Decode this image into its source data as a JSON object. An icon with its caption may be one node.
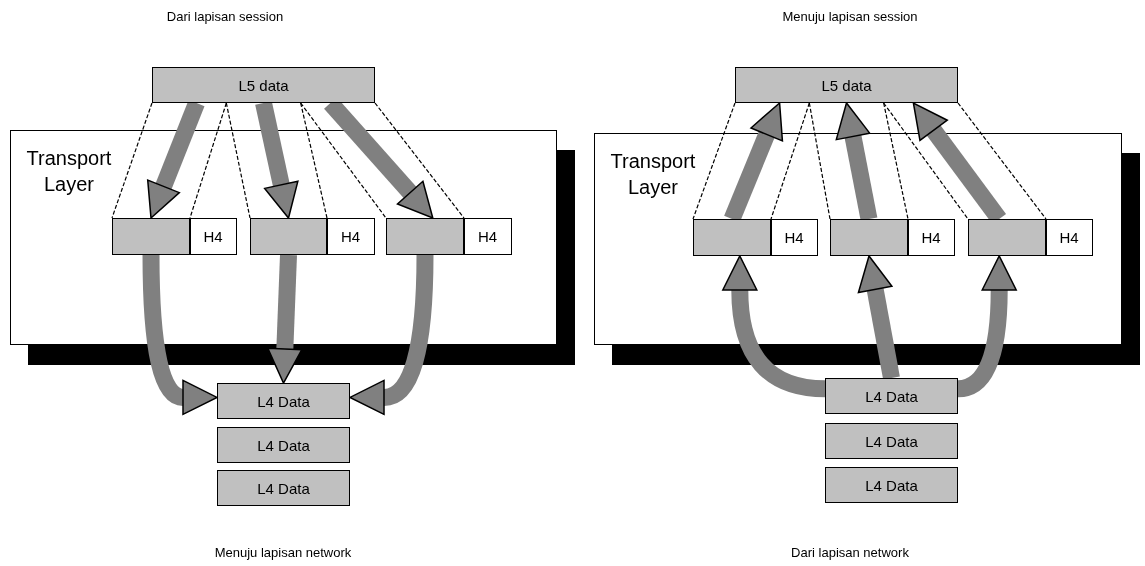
{
  "diagram": {
    "nodes": [
      {
        "text": [
          "L5 data"
        ]
      },
      {
        "text": [
          "Transport Layer"
        ]
      },
      {
        "text": [],
        "shape": "box",
        "in": 1
      },
      {
        "text": [
          "H4"
        ],
        "in": 1
      },
      {
        "text": [],
        "shape": "box",
        "in": 1
      },
      {
        "text": [
          "H4"
        ],
        "in": 1
      },
      {
        "text": [],
        "shape": "box",
        "in": 1
      },
      {
        "text": [
          "H4"
        ],
        "in": 1
      },
      {
        "text": [
          "L4 Data"
        ]
      },
      {
        "text": [
          "L4 Data"
        ]
      },
      {
        "text": [
          "L4 Data"
        ]
      },
      {
        "text": [
          "L5 data"
        ]
      },
      {
        "text": [
          "Transport Layer"
        ]
      },
      {
        "text": [],
        "shape": "box",
        "in": 12
      },
      {
        "text": [
          "H4"
        ],
        "in": 12
      },
      {
        "text": [],
        "shape": "box",
        "in": 12
      },
      {
        "text": [
          "H4"
        ],
        "in": 12
      },
      {
        "text": [],
        "shape": "box",
        "in": 12
      },
      {
        "text": [
          "H4"
        ],
        "in": 12
      },
      {
        "text": [
          "L4 Data"
        ]
      },
      {
        "text": [
          "L4 Data"
        ]
      },
      {
        "text": [
          "L4 Data"
        ]
      }
    ],
    "edges": [
      {
        "from": 0,
        "to": 2,
        "arrow": "to",
        "style": "thick"
      },
      {
        "from": 0,
        "to": 4,
        "arrow": "to",
        "style": "thick"
      },
      {
        "from": 0,
        "to": 6,
        "arrow": "to",
        "style": "thick"
      },
      {
        "from": 0,
        "to": 2,
        "arrow": "none",
        "style": "dashed",
        "color": "#000000"
      },
      {
        "from": 0,
        "to": 2,
        "arrow": "none",
        "style": "dashed",
        "color": "#000000"
      },
      {
        "from": 0,
        "to": 4,
        "arrow": "none",
        "style": "dashed",
        "color": "#000000"
      },
      {
        "from": 0,
        "to": 4,
        "arrow": "none",
        "style": "dashed",
        "color": "#000000"
      },
      {
        "from": 0,
        "to": 6,
        "arrow": "none",
        "style": "dashed",
        "color": "#000000"
      },
      {
        "from": 0,
        "to": 6,
        "arrow": "none",
        "style": "dashed",
        "color": "#000000"
      },
      {
        "from": 2,
        "to": 8,
        "arrow": "to",
        "style": "thick"
      },
      {
        "from": 4,
        "to": 8,
        "arrow": "to",
        "style": "thick"
      },
      {
        "from": 6,
        "to": 8,
        "arrow": "to",
        "style": "thick"
      },
      {
        "from": 13,
        "to": 11,
        "arrow": "to",
        "style": "thick"
      },
      {
        "from": 15,
        "to": 11,
        "arrow": "to",
        "style": "thick"
      },
      {
        "from": 17,
        "to": 11,
        "arrow": "to",
        "style": "thick"
      },
      {
        "from": 11,
        "to": 13,
        "arrow": "none",
        "style": "dashed",
        "color": "#000000"
      },
      {
        "from": 11,
        "to": 13,
        "arrow": "none",
        "style": "dashed",
        "color": "#000000"
      },
      {
        "from": 11,
        "to": 15,
        "arrow": "none",
        "style": "dashed",
        "color": "#000000"
      },
      {
        "from": 11,
        "to": 15,
        "arrow": "none",
        "style": "dashed",
        "color": "#000000"
      },
      {
        "from": 11,
        "to": 17,
        "arrow": "none",
        "style": "dashed",
        "color": "#000000"
      },
      {
        "from": 11,
        "to": 17,
        "arrow": "none",
        "style": "dashed",
        "color": "#000000"
      },
      {
        "from": 19,
        "to": 13,
        "arrow": "to",
        "style": "thick"
      },
      {
        "from": 19,
        "to": 15,
        "arrow": "to",
        "style": "thick"
      },
      {
        "from": 19,
        "to": 17,
        "arrow": "to",
        "style": "thick"
      }
    ],
    "labels": [
      "Dari lapisan session",
      "Menuju lapisan session",
      "Menuju lapisan network",
      "Dari lapisan network"
    ]
  }
}
